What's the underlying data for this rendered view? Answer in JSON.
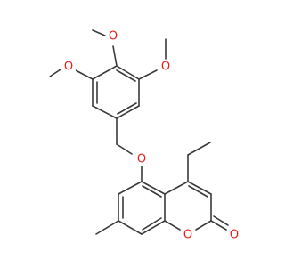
{
  "molecule": {
    "atoms": {
      "methoxy_o_top": "O",
      "methoxy_o_left": "O",
      "methoxy_o_right": "O",
      "ether_o": "O",
      "ring_o": "O",
      "carbonyl_o": "O"
    },
    "colors": {
      "bond": "#3a3a3a",
      "oxygen": "#e8201a",
      "background": "#ffffff"
    }
  }
}
